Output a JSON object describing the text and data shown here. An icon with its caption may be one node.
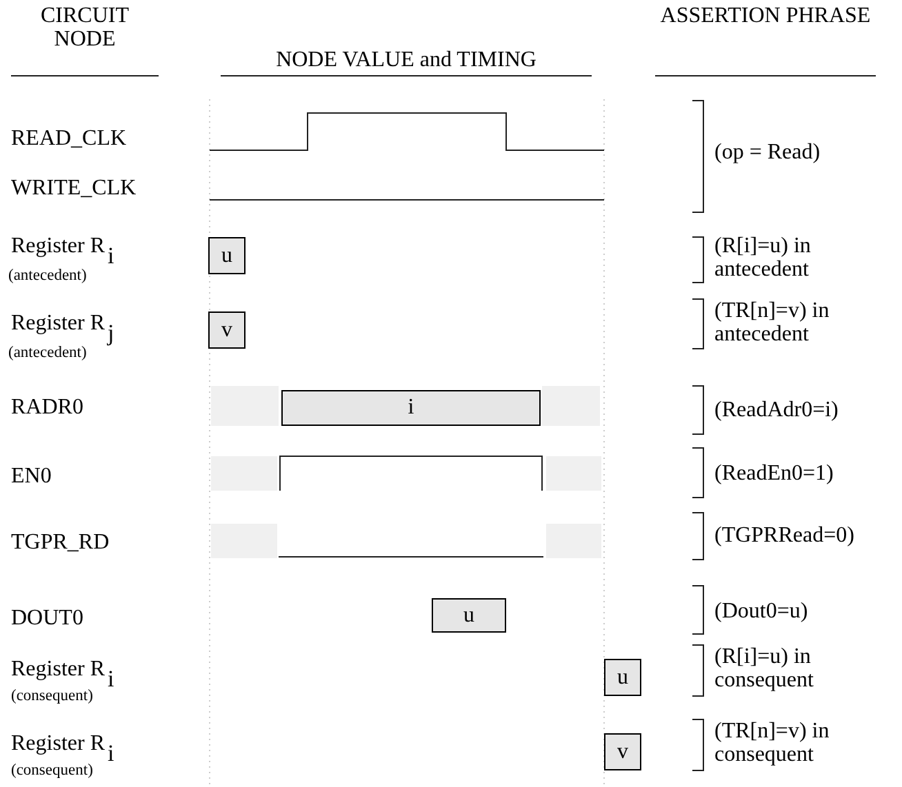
{
  "diagram": {
    "nodes": [
      {
        "text": [
          "u"
        ]
      },
      {
        "text": [
          "v"
        ]
      },
      {
        "text": [
          "i"
        ]
      },
      {
        "text": [
          "u"
        ]
      },
      {
        "text": [
          "u"
        ]
      },
      {
        "text": [
          "v"
        ]
      }
    ],
    "labels": [
      "CIRCUIT NODE",
      "NODE VALUE and TIMING",
      "ASSERTION PHRASE",
      "READ_CLK",
      "(op = Read)",
      "WRITE_CLK",
      "Register R$_{i}$",
      "(R[i]=u) in antecedent",
      "(antecedent)",
      "Register R$_{j}$",
      "(TR[n]=v) in antecedent",
      "(antecedent)",
      "RADR0",
      "(ReadAdr0=i)",
      "EN0",
      "(ReadEn0=1)",
      "TGPR_RD",
      "(TGPRRead=0)",
      "DOUT0",
      "(Dout0=u)",
      "Register R$_{i}$",
      "(R[i]=u) in consequent",
      "(consequent)",
      "Register R$_{i}$",
      "(TR[n]=v) in consequent",
      "(consequent)"
    ]
  }
}
